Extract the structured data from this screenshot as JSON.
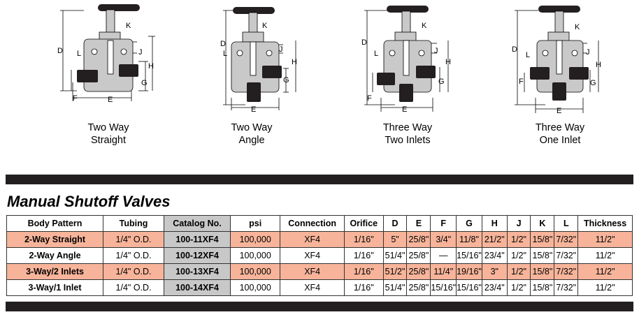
{
  "diagrams": [
    {
      "line1": "Two Way",
      "line2": "Straight",
      "type": "two-way-straight"
    },
    {
      "line1": "Two Way",
      "line2": "Angle",
      "type": "two-way-angle"
    },
    {
      "line1": "Three Way",
      "line2": "Two Inlets",
      "type": "three-way-two-inlets"
    },
    {
      "line1": "Three Way",
      "line2": "One Inlet",
      "type": "three-way-one-inlet"
    }
  ],
  "dim_letters": {
    "D": "D",
    "K": "K",
    "L": "L",
    "J": "J",
    "H": "H",
    "G": "G",
    "F": "F",
    "E": "E"
  },
  "section_title": "Manual Shutoff Valves",
  "table": {
    "headers": [
      "Body Pattern",
      "Tubing",
      "Catalog No.",
      "psi",
      "Connection",
      "Orifice",
      "D",
      "E",
      "F",
      "G",
      "H",
      "J",
      "K",
      "L",
      "Thickness"
    ],
    "rows": [
      [
        "2-Way Straight",
        "1/4\" O.D.",
        "100-11XF4",
        "100,000",
        "XF4",
        "1/16\"",
        "5\"",
        "25/8\"",
        "3/4\"",
        "11/8\"",
        "21/2\"",
        "1/2\"",
        "15/8\"",
        "7/32\"",
        "11/2\""
      ],
      [
        "2-Way Angle",
        "1/4\" O.D.",
        "100-12XF4",
        "100,000",
        "XF4",
        "1/16\"",
        "51/4\"",
        "25/8\"",
        "—",
        "15/16\"",
        "23/4\"",
        "1/2\"",
        "15/8\"",
        "7/32\"",
        "11/2\""
      ],
      [
        "3-Way/2 Inlets",
        "1/4\" O.D.",
        "100-13XF4",
        "100,000",
        "XF4",
        "1/16\"",
        "51/2\"",
        "25/8\"",
        "11/4\"",
        "19/16\"",
        "3\"",
        "1/2\"",
        "15/8\"",
        "7/32\"",
        "11/2\""
      ],
      [
        "3-Way/1 Inlet",
        "1/4\" O.D.",
        "100-14XF4",
        "100,000",
        "XF4",
        "1/16\"",
        "51/4\"",
        "25/8\"",
        "15/16\"",
        "15/16\"",
        "23/4\"",
        "1/2\"",
        "15/8\"",
        "7/32\"",
        "11/2\""
      ]
    ]
  }
}
